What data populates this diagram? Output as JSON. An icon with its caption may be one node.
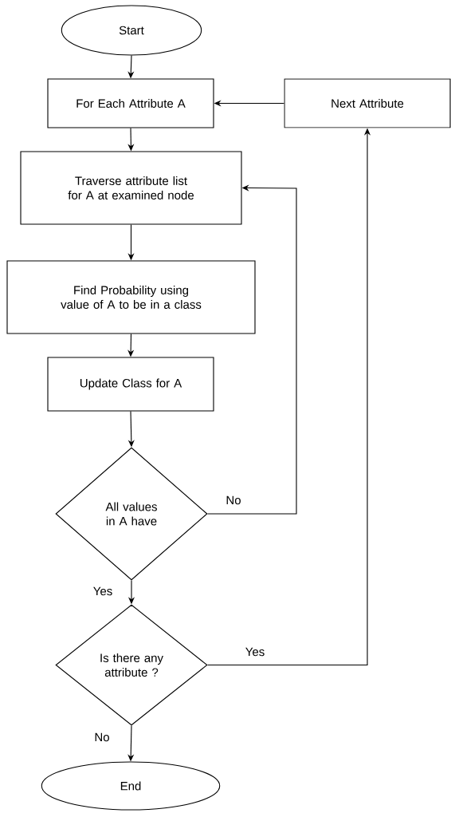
{
  "diagram": {
    "nodes": [
      {
        "text": [
          "Start"
        ]
      },
      {
        "text": [
          "For Each Attribute A"
        ]
      },
      {
        "text": [
          "Next Attribute"
        ]
      },
      {
        "text": [
          "Traverse attribute list for A at examined node"
        ]
      },
      {
        "text": [
          "Find Probability using value of A to be in a class"
        ]
      },
      {
        "text": [
          "Update Class for A"
        ]
      },
      {
        "text": [
          "All values in A have"
        ]
      },
      {
        "text": [
          "Is there any attribute ?"
        ]
      },
      {
        "text": [
          "End"
        ]
      }
    ],
    "edges": [
      {
        "from": 0,
        "to": 1,
        "arrow": "to"
      },
      {
        "from": 1,
        "to": 3,
        "arrow": "to"
      },
      {
        "from": 3,
        "to": 4,
        "arrow": "to"
      },
      {
        "from": 4,
        "to": 5,
        "arrow": "to"
      },
      {
        "from": 5,
        "to": 6,
        "arrow": "to"
      },
      {
        "from": 6,
        "to": 3,
        "arrow": "to",
        "label": "No"
      },
      {
        "from": 6,
        "to": 7,
        "arrow": "to",
        "label": "Yes"
      },
      {
        "from": 7,
        "to": 2,
        "arrow": "to",
        "label": "Yes"
      },
      {
        "from": 7,
        "to": 8,
        "arrow": "to",
        "label": "No"
      },
      {
        "from": 2,
        "to": 1,
        "arrow": "to"
      }
    ]
  }
}
